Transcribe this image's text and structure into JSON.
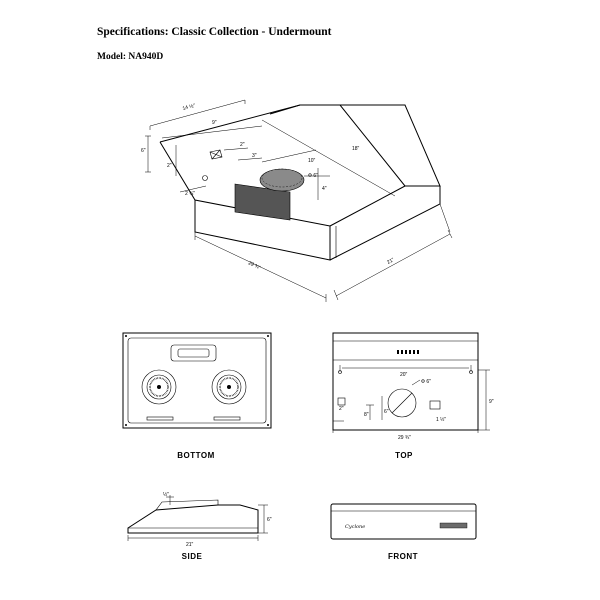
{
  "header": {
    "title": "Specifications: Classic Collection - Undermount",
    "model": "Model: NA940D"
  },
  "views": {
    "bottom": "BOTTOM",
    "top": "TOP",
    "side": "SIDE",
    "front": "FRONT"
  },
  "brand_logo": "Cyclone",
  "dimensions_iso": {
    "depth": "14 ½\"",
    "offset_9": "9\"",
    "height_6": "6\"",
    "height_2": "2\"",
    "width_2": "2\"",
    "vent_3": "3\"",
    "vent_10": "10\"",
    "span_18": "18\"",
    "duct_dia": "Φ 6\"",
    "side_2_3_4": "2 ¾\"",
    "width_29_3_4": "29 ¾\"",
    "depth_21": "21\"",
    "small_4": "4\""
  },
  "dimensions_top": {
    "span_20": "20\"",
    "duct_dia": "Φ 6\"",
    "height_2": "2\"",
    "height_8": "8\"",
    "height_6": "6\"",
    "side_1_1_2": "1 ½\"",
    "width_29_3_4": "29 ¾\"",
    "right_9": "9\""
  },
  "dimensions_side": {
    "small_1_2": "½\"",
    "height_6": "6\"",
    "depth_21": "21\""
  }
}
